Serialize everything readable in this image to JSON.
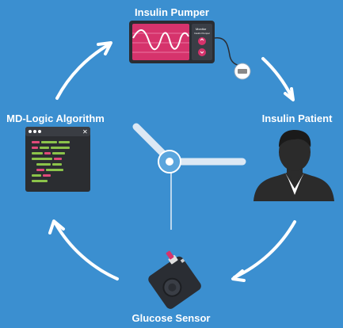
{
  "nodes": {
    "pumper": {
      "label": "Insulin Pumper",
      "screen_line1": "Monitor",
      "screen_line2": "Insulin Pumper"
    },
    "patient": {
      "label": "Insulin Patient"
    },
    "algorithm": {
      "label": "MD-Logic Algorithm",
      "close_glyph": "✕"
    },
    "sensor": {
      "label": "Glucose Sensor"
    }
  },
  "colors": {
    "background": "#3b8fd0",
    "pump_body": "#d6336c",
    "pump_frame": "#2a2d33",
    "code_bg": "#2b2d31",
    "code_green": "#8bc34a",
    "code_pink": "#e04a7a",
    "patient_dark": "#2b2b2b",
    "white": "#ffffff"
  },
  "icons": [
    "insulin-pump-icon",
    "patient-silhouette-icon",
    "code-window-icon",
    "glucose-sensor-icon",
    "clock-hands-icon"
  ]
}
